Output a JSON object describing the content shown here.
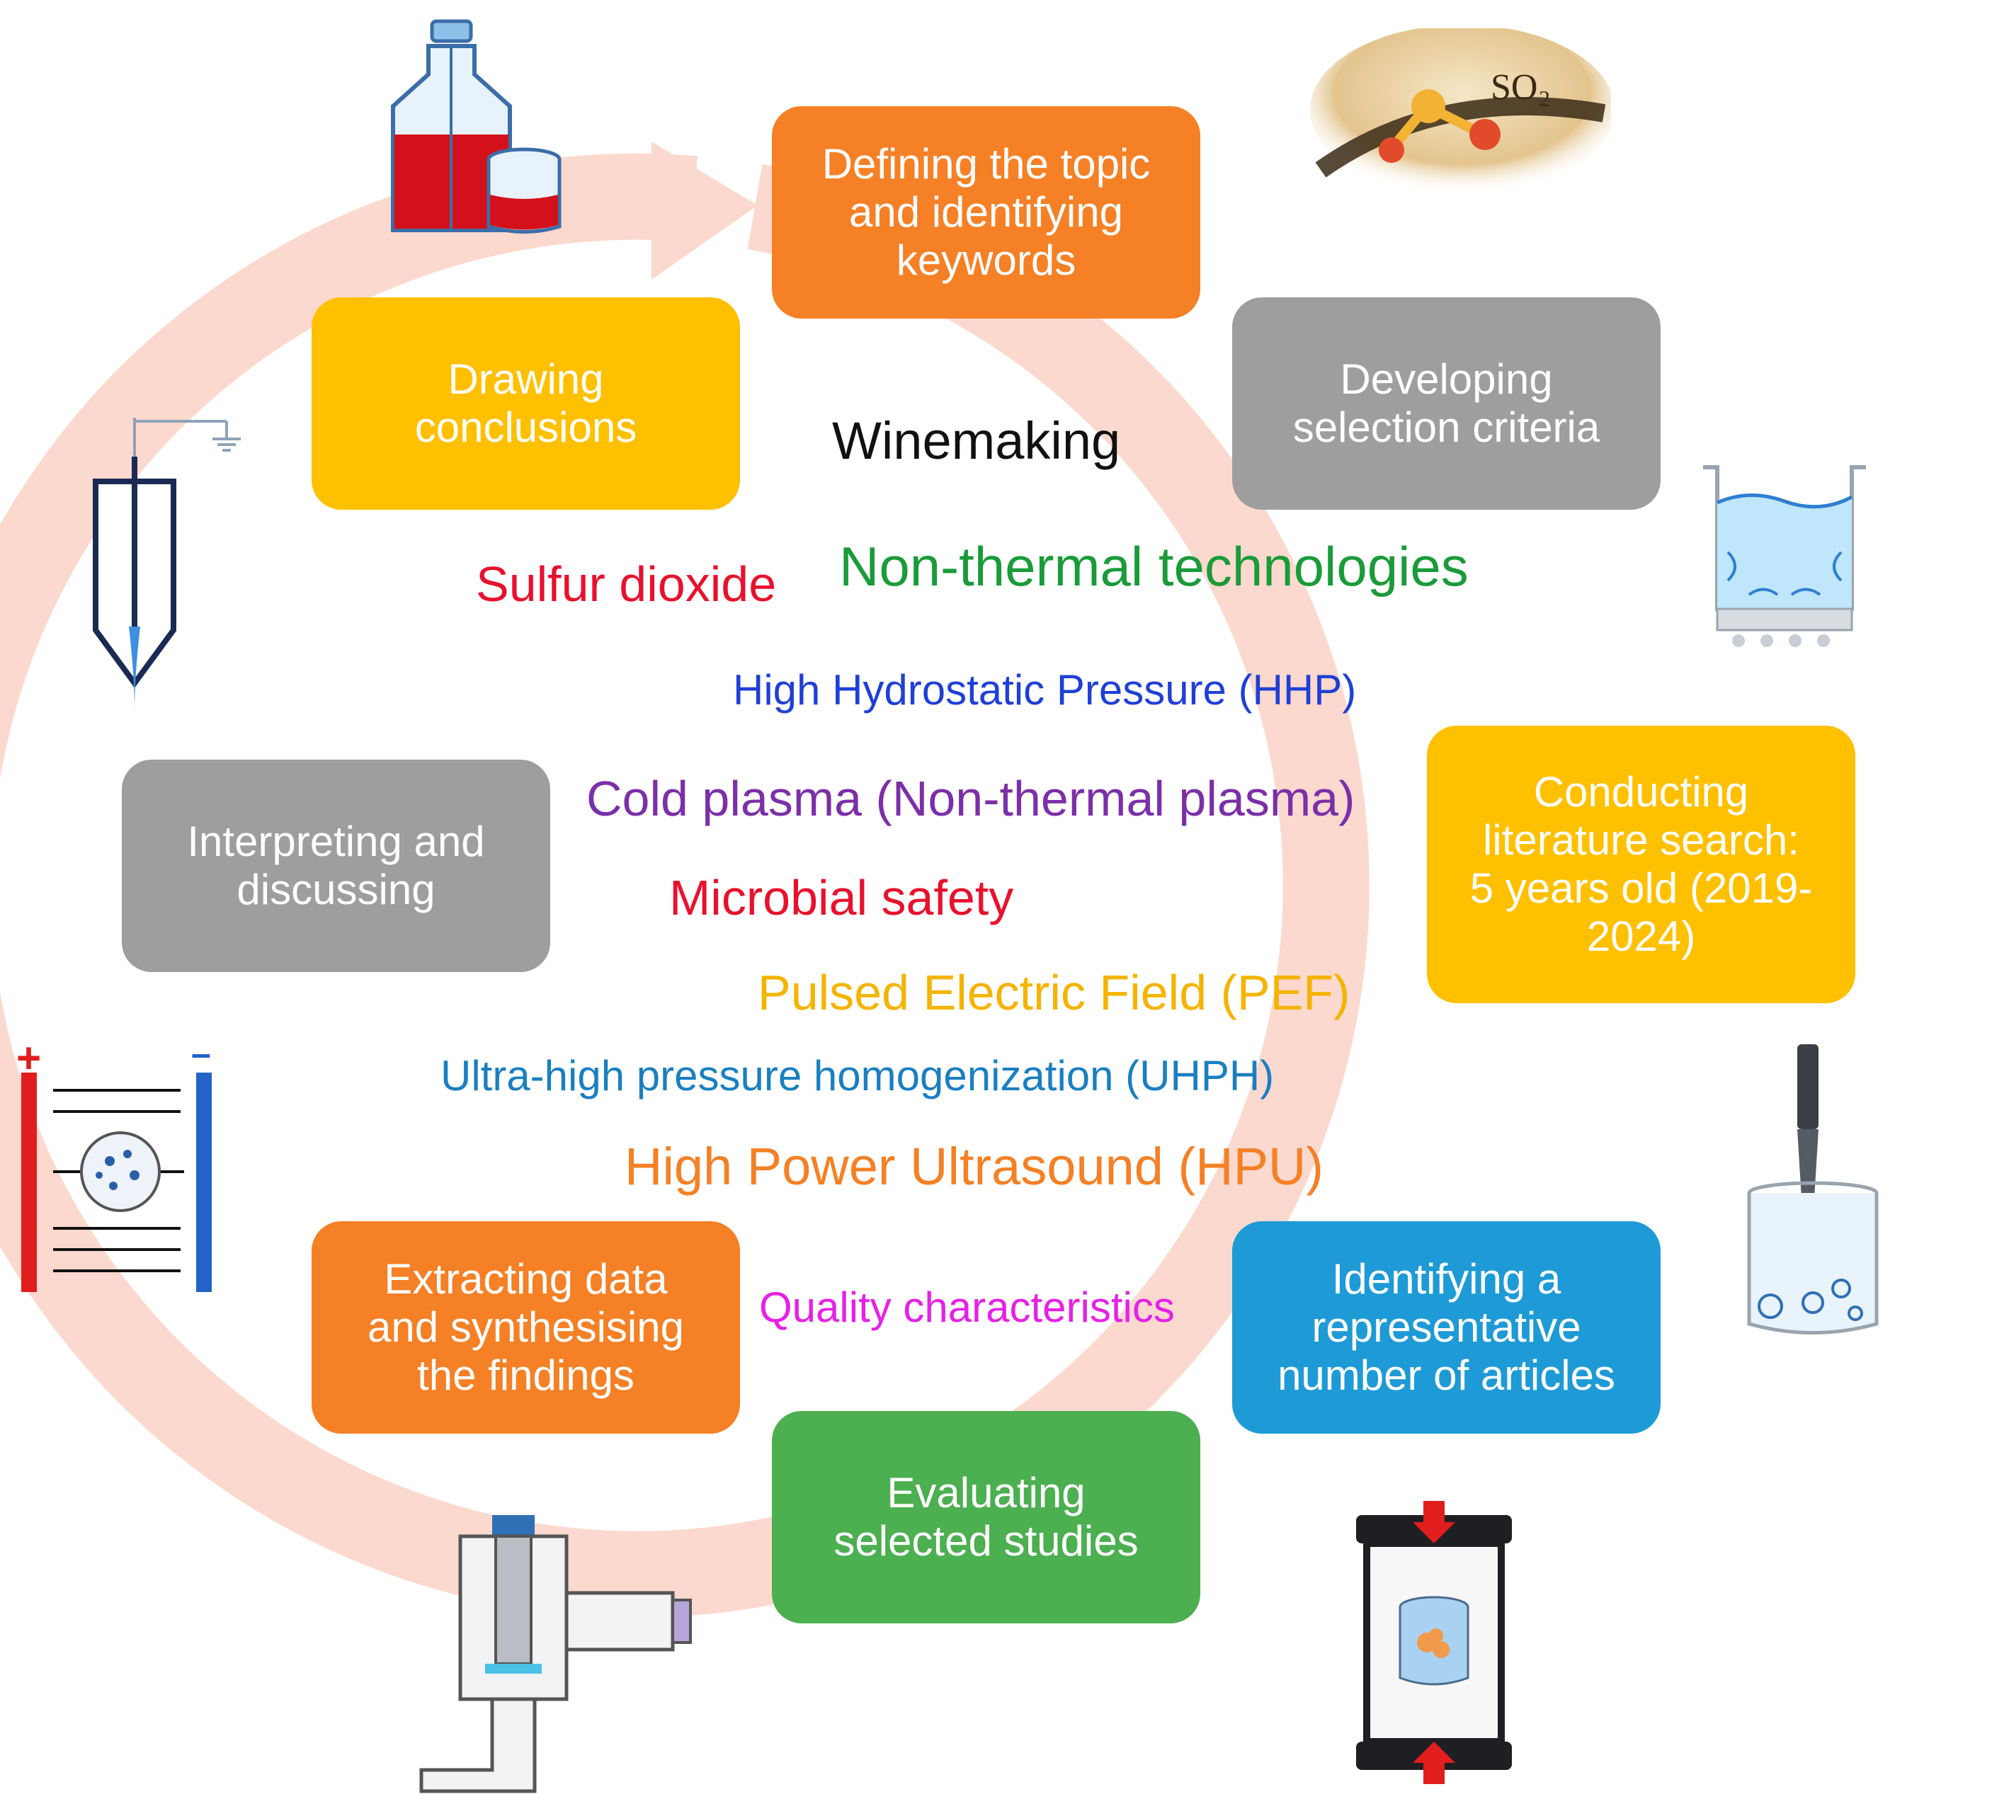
{
  "center_title": "Winemaking",
  "steps": [
    {
      "label": "Defining the topic\nand identifying\nkeywords",
      "color": "#F58025"
    },
    {
      "label": "Developing\nselection criteria",
      "color": "#9E9E9E"
    },
    {
      "label": "Conducting\nliterature search:\n5 years old (2019-\n2024)",
      "color": "#FFC000"
    },
    {
      "label": "Identifying a\nrepresentative\nnumber of articles",
      "color": "#1E9AD6"
    },
    {
      "label": "Evaluating\nselected studies",
      "color": "#4CAF50"
    },
    {
      "label": "Extracting data\nand synthesising\nthe findings",
      "color": "#F58025"
    },
    {
      "label": "Interpreting and\ndiscussing",
      "color": "#9E9E9E"
    },
    {
      "label": "Drawing\nconclusions",
      "color": "#FFC000"
    }
  ],
  "keywords": [
    {
      "text": "Sulfur dioxide",
      "color": "#E8112D"
    },
    {
      "text": "Non-thermal  technologies",
      "color": "#1A9B3A"
    },
    {
      "text": "High Hydrostatic Pressure (HHP)",
      "color": "#1F3FD6"
    },
    {
      "text": "Cold plasma (Non-thermal plasma)",
      "color": "#7B2FA8"
    },
    {
      "text": "Microbial safety",
      "color": "#E8112D"
    },
    {
      "text": "Pulsed Electric Field (PEF)",
      "color": "#F4B400"
    },
    {
      "text": "Ultra-high pressure homogenization (UHPH)",
      "color": "#1A7FC1"
    },
    {
      "text": "High  Power Ultrasound  (HPU)",
      "color": "#F58025"
    },
    {
      "text": "Quality  characteristics",
      "color": "#E620E6"
    }
  ],
  "illustrations": {
    "so2_label": "SO",
    "so2_sub": "2",
    "pef_plus": "+",
    "pef_minus": "–"
  },
  "colors": {
    "cycle_ring": "#FCD9CE"
  }
}
